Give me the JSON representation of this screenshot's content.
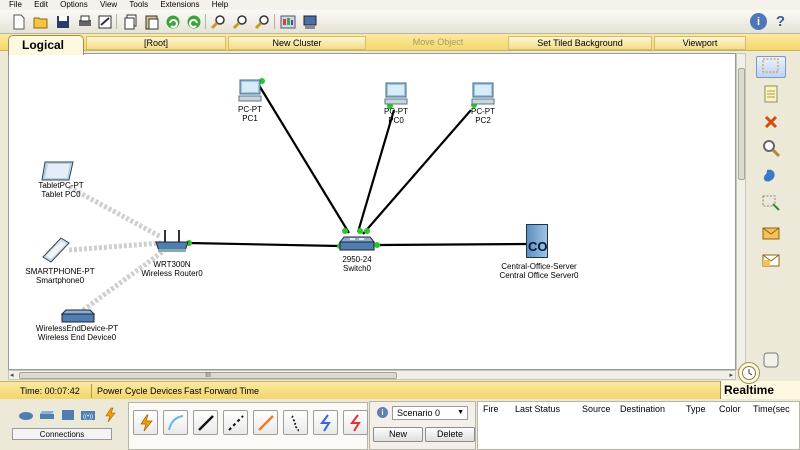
{
  "menu": [
    "File",
    "Edit",
    "Options",
    "View",
    "Tools",
    "Extensions",
    "Help"
  ],
  "toolbar_icons": [
    "new-file-icon",
    "open-folder-icon",
    "save-icon",
    "print-icon",
    "activity-wizard-icon",
    "copy-icon",
    "paste-icon",
    "undo-icon",
    "redo-icon",
    "zoom-in-icon",
    "zoom-reset-icon",
    "zoom-out-icon",
    "palette-icon",
    "custom-device-icon",
    "info-icon",
    "help-icon"
  ],
  "logical_bar": {
    "tab": "Logical",
    "root": "[Root]",
    "new_cluster": "New Cluster",
    "move_object": "Move Object",
    "tiled_background": "Set Tiled Background",
    "viewport": "Viewport"
  },
  "devices": {
    "pc1": {
      "model": "PC-PT",
      "name": "PC1"
    },
    "pc0": {
      "model": "PC-PT",
      "name": "PC0"
    },
    "pc2": {
      "model": "PC-PT",
      "name": "PC2"
    },
    "tablet": {
      "model": "TabletPC-PT",
      "name": "Tablet PC0"
    },
    "smartphone": {
      "model": "SMARTPHONE-PT",
      "name": "Smartphone0"
    },
    "router": {
      "model": "WRT300N",
      "name": "Wireless Router0"
    },
    "enddevice": {
      "model": "WirelessEndDevice-PT",
      "name": "Wireless End Device0"
    },
    "switch": {
      "model": "2950-24",
      "name": "Switch0"
    },
    "server": {
      "model": "Central-Office-Server",
      "name": "Central Office Server0",
      "icon_text": "CO"
    }
  },
  "scrollbar_grip": "III",
  "status": {
    "time": "Time: 00:07:42",
    "power_cycle": "Power Cycle Devices",
    "fast_forward": "Fast Forward Time",
    "realtime": "Realtime"
  },
  "bottom": {
    "connections_label": "Connections",
    "scenario": "Scenario 0",
    "new_btn": "New",
    "delete_btn": "Delete",
    "event_columns": [
      "Fire",
      "Last Status",
      "Source",
      "Destination",
      "Type",
      "Color",
      "Time(sec"
    ]
  },
  "colors": {
    "link": "#000000",
    "port_up": "#28c828",
    "wireless": "#cfcfcf",
    "yellow_bar": "#f5d86a"
  }
}
